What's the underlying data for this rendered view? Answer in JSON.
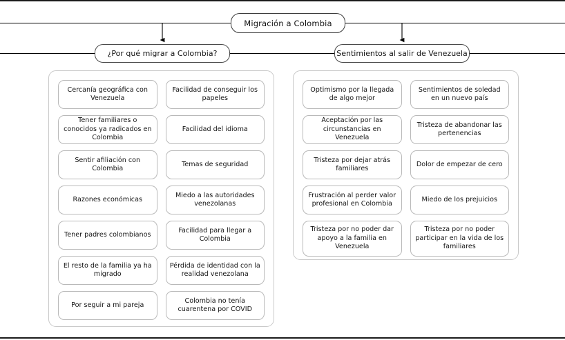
{
  "diagram": {
    "root": {
      "label": "Migración a Colombia"
    },
    "branches": [
      {
        "id": "left",
        "label": "¿Por qué migrar a Colombia?"
      },
      {
        "id": "right",
        "label": "Sentimientos al salir de Venezuela"
      }
    ],
    "groups": {
      "left": {
        "items": [
          "Cercanía geográfica con Venezuela",
          "Facilidad de conseguir los papeles",
          "Tener familiares o conocidos ya radicados en Colombia",
          "Facilidad del idioma",
          "Sentir afiliación con Colombia",
          "Temas de seguridad",
          "Razones económicas",
          "Miedo a las autoridades venezolanas",
          "Tener padres colombianos",
          "Facilidad para llegar a Colombia",
          "El resto de la familia ya ha migrado",
          "Pérdida de identidad con la realidad venezolana",
          "Por seguir a mi pareja",
          "Colombia no tenía cuarentena por COVID"
        ]
      },
      "right": {
        "items": [
          "Optimismo por la llegada de algo mejor",
          "Sentimientos de soledad en un nuevo país",
          "Aceptación por las circunstancias en Venezuela",
          "Tristeza de abandonar las pertenencias",
          "Tristeza por dejar atrás familiares",
          "Dolor de empezar de cero",
          "Frustración al perder valor profesional en Colombia",
          "Miedo de los prejuicios",
          "Tristeza por no poder dar apoyo a la familia en Venezuela",
          "Tristeza por no poder participar en la vida de los familiares"
        ]
      }
    },
    "colors": {
      "page_border": "#1a1a1a",
      "node_border": "#3a3a3a",
      "group_border": "#c9c9c9",
      "leaf_border": "#b9b9b9",
      "connector": "#000000",
      "text": "#111111",
      "background": "#ffffff"
    }
  }
}
